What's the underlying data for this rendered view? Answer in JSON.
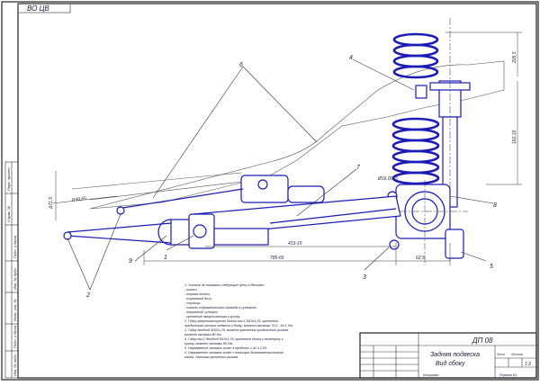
{
  "stamp": {
    "corner_label": "ВО ЦВ"
  },
  "callouts": [
    "1",
    "2",
    "3",
    "4",
    "5",
    "6",
    "7",
    "8",
    "9"
  ],
  "dimensions": {
    "d_left_upper": "R98,65",
    "d_left_side": "Δ71,5",
    "d_bottom_inner": "413-15",
    "d_bottom_outer": "785-65",
    "d_bottom_small": "62,5",
    "d_top_right": "226,5",
    "d_right_total": "162,16",
    "d_hole": "Ø16,0015"
  },
  "notes": [
    "1. Условия не показаны следующие цены в деталях:",
    "   - колесо,",
    "   - тормоз колеса,",
    "   - тормозной диск,",
    "   - ступица,",
    "   - шланги гидравлического привода в суппорте,",
    "   - тормозной суппорт,",
    "   - крепление амортизатора к кузову.",
    "2. Гайку амортизаторного болта поз.1 М10х1,25, крепление",
    "продольного рычага подвески к блоку, момент затяжки 70,5 - 94,1 Нм.",
    "3. Гайку двойной М10х1,25, момент крепления продольного рычага,",
    "момент затяжки 80 Нм.",
    "4. Гайку поз.2 двойной М10х1,25, крепление блока к лонжерону к",
    "кузову, момент затяжки 80 Нм.",
    "5. Направление затяжки колес в пределах 1,42 и 1,05.",
    "6. Направление затяжки колес с помощью динамометрического",
    "ключа. Затяжка крепления рычага."
  ],
  "title_block": {
    "code": "ДП 08",
    "title_line1": "Задняя подвеска",
    "title_line2": "Вид сбоку",
    "sheet": "Лист",
    "sheets": "Листов",
    "scale": "1:2",
    "format": "Формат А3",
    "copied": "Копировал"
  },
  "side_strip": [
    "Перв. примен.",
    "Справ. №",
    "Подп. и дата",
    "Инв. № дубл.",
    "Взам. инв. №",
    "Подп. и дата",
    "Инв. № подл."
  ]
}
